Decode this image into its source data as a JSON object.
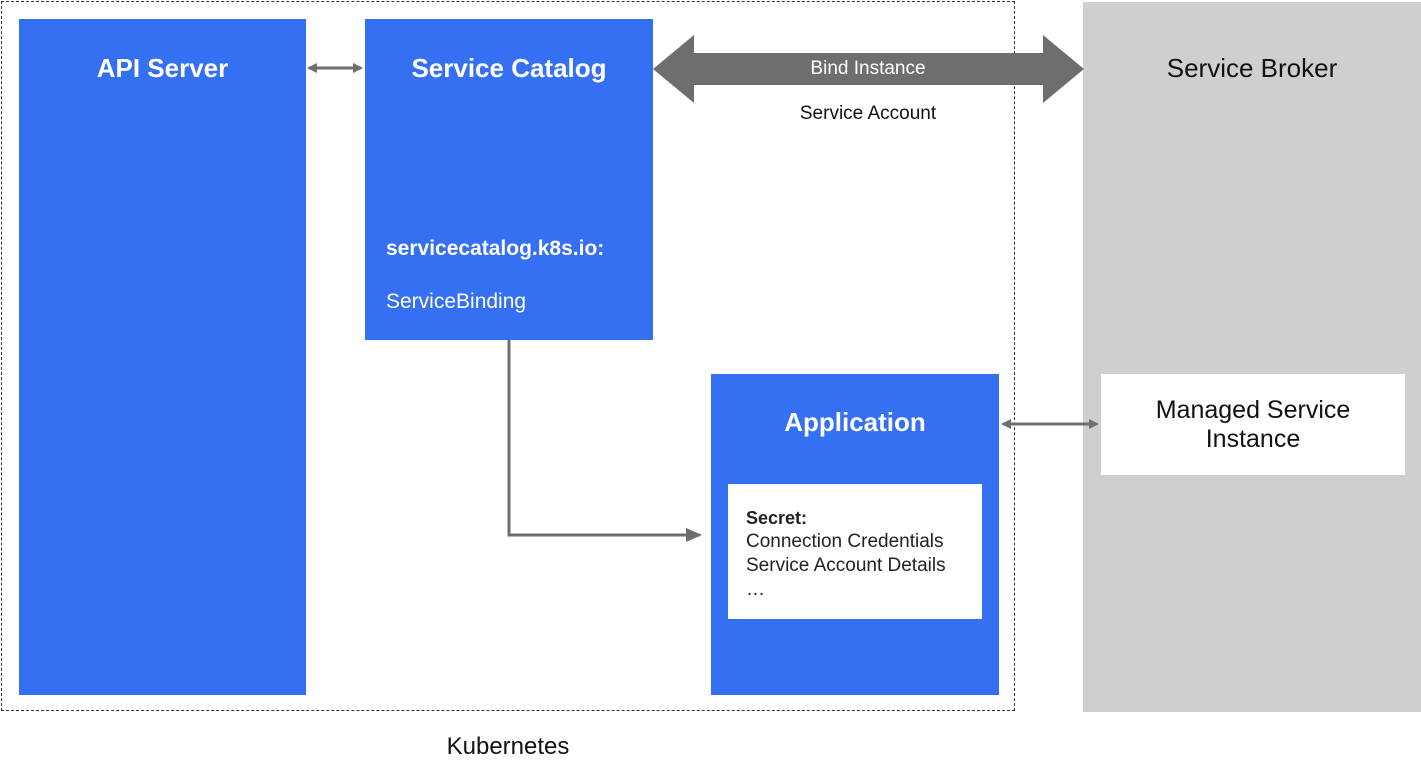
{
  "kubernetes": {
    "label": "Kubernetes"
  },
  "api_server": {
    "title": "API Server"
  },
  "service_catalog": {
    "title": "Service Catalog",
    "api_group": "servicecatalog.k8s.io:",
    "resource": "ServiceBinding"
  },
  "bind_arrow": {
    "label": "Bind Instance",
    "sublabel": "Service Account"
  },
  "service_broker": {
    "title": "Service Broker"
  },
  "managed_instance": {
    "line1": "Managed Service",
    "line2": "Instance"
  },
  "application": {
    "title": "Application",
    "secret": {
      "heading": "Secret:",
      "items": [
        "Connection Credentials",
        "Service Account Details",
        "…"
      ]
    }
  },
  "colors": {
    "blue": "#356ff2",
    "gray": "#cfcfcf",
    "arrow": "#6e6e6e"
  }
}
